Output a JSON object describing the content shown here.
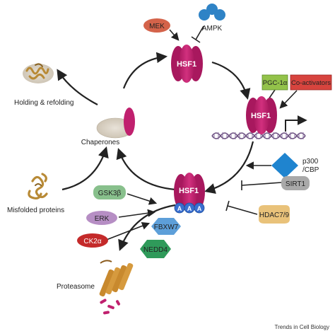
{
  "colors": {
    "hsf1": "#c0206e",
    "hsf1_dark": "#8e1550",
    "mek": "#d4634a",
    "ampk": "#2f83c6",
    "pgc1a": "#93c24a",
    "coactivators": "#d7443e",
    "p300": "#1f84cf",
    "sirt1": "#a9a9a9",
    "hdac": "#e9c27a",
    "gsk3b": "#88c08c",
    "erk": "#b68ec4",
    "ck2a": "#c42a2a",
    "fbxw7": "#5d9fd9",
    "nedd4": "#2f9a5a",
    "acetyl": "#3a6fd0",
    "chaperone": "#cdc4b4",
    "protein": "#b88a36",
    "proteasome": "#c8892e",
    "arrow": "#222222"
  },
  "labels": {
    "hsf1_top": "HSF1",
    "hsf1_right": "HSF1",
    "hsf1_bottom": "HSF1",
    "mek": "MEK",
    "ampk": "AMPK",
    "pgc1a": "PGC-1α",
    "coactivators": "Co-activators",
    "p300_line1": "p300",
    "p300_line2": "/CBP",
    "sirt1": "SIRT1",
    "hdac": "HDAC7/9",
    "gsk3b": "GSK3β",
    "erk": "ERK",
    "ck2a": "CK2α",
    "fbxw7": "FBXW7",
    "nedd4": "NEDD4",
    "acetyl_mark": "A",
    "holding_refolding": "Holding & refolding",
    "chaperones": "Chaperones",
    "misfolded_proteins": "Misfolded proteins",
    "proteasome": "Proteasome",
    "credit": "Trends in Cell Biology"
  }
}
